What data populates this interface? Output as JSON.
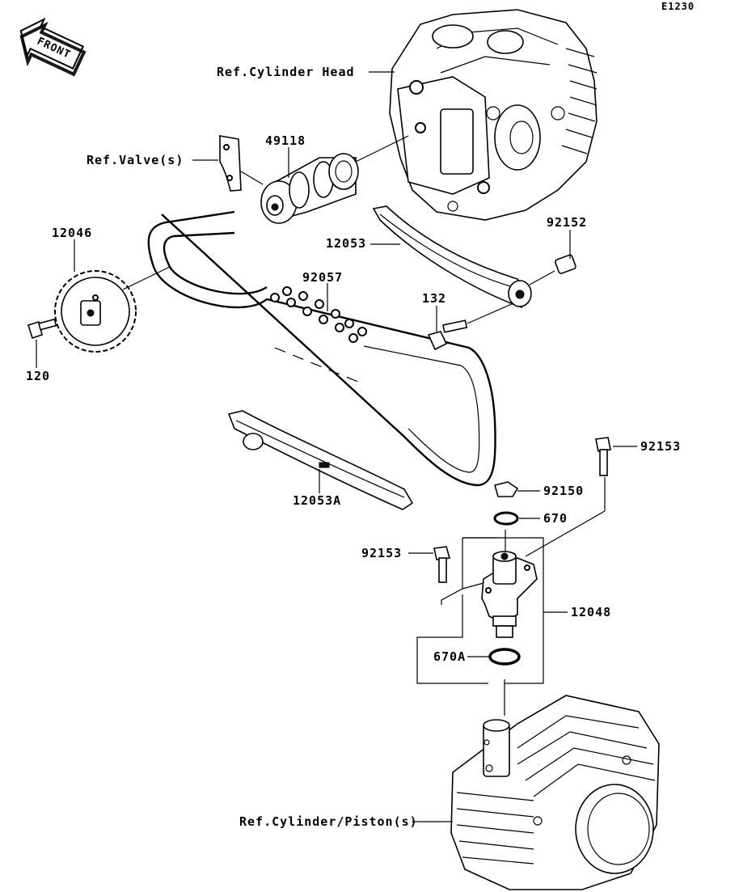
{
  "diagram_code": "E1230",
  "front_label": "FRONT",
  "labels": {
    "cylinder_head": "Ref.Cylinder Head",
    "valves": "Ref.Valve(s)",
    "camshaft": "49118",
    "sprocket": "12046",
    "chain": "92057",
    "guide_upper": "12053",
    "collar": "92152",
    "bolt_132": "132",
    "bolt_120": "120",
    "guide_lower": "12053A",
    "bolt_right": "92153",
    "plug_bolt": "92150",
    "oring_small": "670",
    "bolt_left": "92153",
    "tensioner": "12048",
    "oring_large": "670A",
    "cylinder_piston": "Ref.Cylinder/Piston(s)"
  },
  "colors": {
    "ink": "#000000",
    "paper": "#ffffff"
  }
}
